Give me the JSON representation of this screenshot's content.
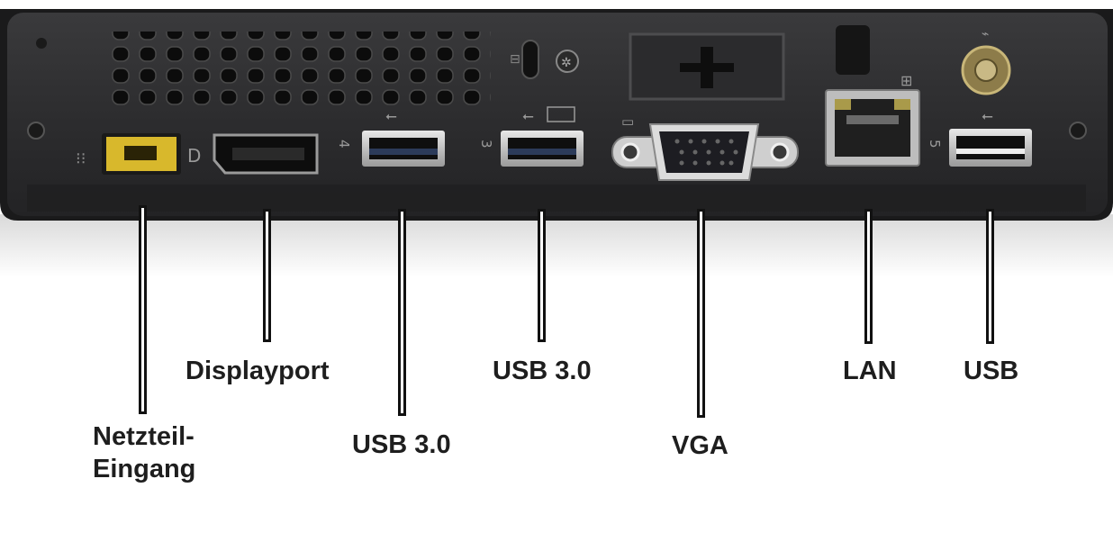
{
  "labels": {
    "power": [
      "Netzteil-",
      "Eingang"
    ],
    "displayport": "Displayport",
    "usb_4": "USB 3.0",
    "usb_3": "USB 3.0",
    "vga": "VGA",
    "lan": "LAN",
    "usb_5": "USB"
  },
  "port_numbers": {
    "usb_4": "4",
    "usb_3": "3",
    "usb_5": "5"
  },
  "colors": {
    "chassis": "#2f2f31",
    "power_port": "#d8b82c",
    "callout_text": "#1e1e1e"
  }
}
